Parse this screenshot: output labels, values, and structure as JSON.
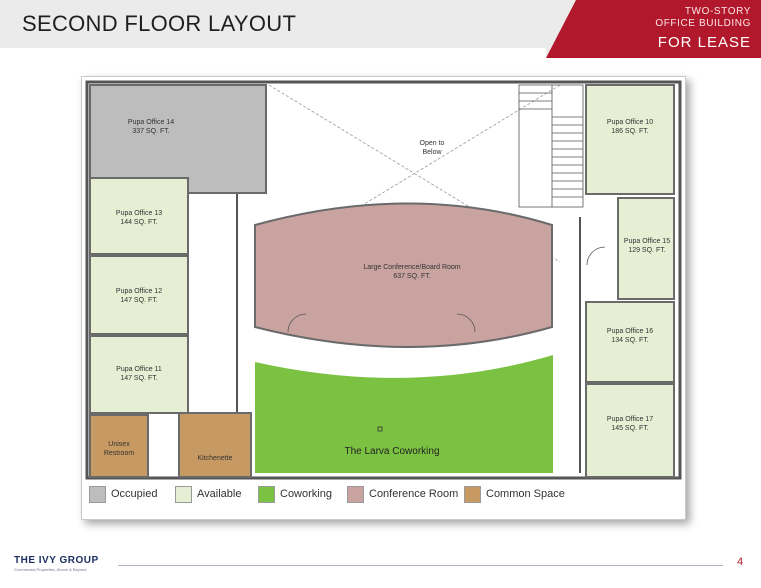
{
  "header": {
    "title": "SECOND FLOOR LAYOUT",
    "tag_line1": "TWO-STORY",
    "tag_line2": "OFFICE BUILDING",
    "tag_line3": "FOR LEASE"
  },
  "rooms": {
    "office14": {
      "name": "Pupa Office 14",
      "size": "337 SQ. FT."
    },
    "office13": {
      "name": "Pupa Office 13",
      "size": "144 SQ. FT."
    },
    "office12": {
      "name": "Pupa Office 12",
      "size": "147 SQ. FT."
    },
    "office11": {
      "name": "Pupa Office 11",
      "size": "147 SQ. FT."
    },
    "office10": {
      "name": "Pupa Office 10",
      "size": "186 SQ. FT."
    },
    "office15": {
      "name": "Pupa Office 15",
      "size": "129 SQ. FT."
    },
    "office16": {
      "name": "Pupa Office 16",
      "size": "134 SQ. FT."
    },
    "office17": {
      "name": "Pupa Office 17",
      "size": "145 SQ. FT."
    },
    "conference": {
      "name": "Large Conference/Board Room",
      "size": "637 SQ. FT."
    },
    "open_below_1": "Open to",
    "open_below_2": "Below",
    "restroom_1": "Unisex",
    "restroom_2": "Restroom",
    "kitchenette": "Kitchenette",
    "coworking": "The Larva Coworking"
  },
  "legend": [
    {
      "label": "Occupied",
      "color": "#bdbdbd"
    },
    {
      "label": "Available",
      "color": "#e6efd4"
    },
    {
      "label": "Coworking",
      "color": "#7cc242"
    },
    {
      "label": "Conference Room",
      "color": "#c9a3a0"
    },
    {
      "label": "Common Space",
      "color": "#c89a63"
    }
  ],
  "footer": {
    "logo": "THE IVY GROUP",
    "logo_sub": "Commercial Properties, Above & Beyond",
    "page_number": "4"
  }
}
